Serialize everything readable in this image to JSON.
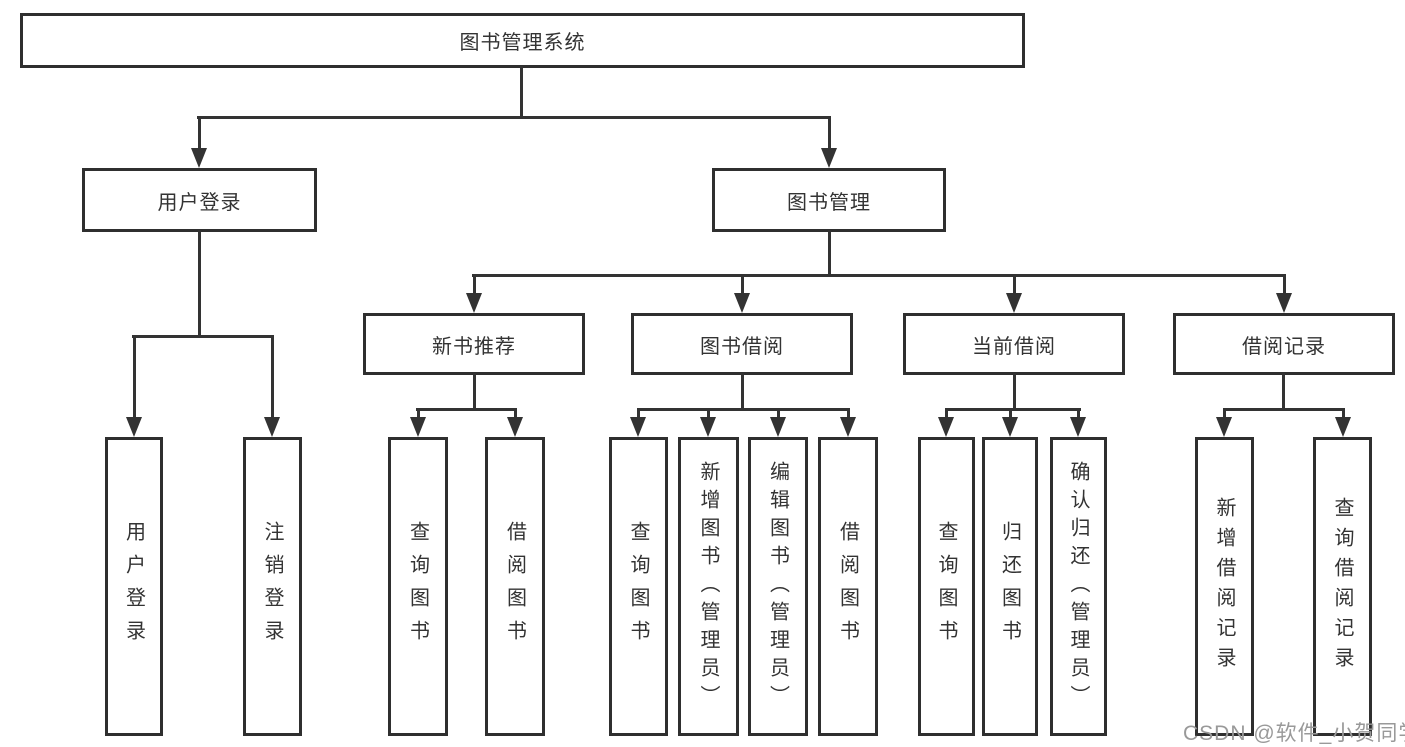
{
  "diagram": {
    "root": {
      "label": "图书管理系统"
    },
    "branches": [
      {
        "label": "用户登录",
        "children": [
          {
            "label": "用户登录"
          },
          {
            "label": "注销登录"
          }
        ]
      },
      {
        "label": "图书管理",
        "children": [
          {
            "label": "新书推荐",
            "children": [
              {
                "label": "查询图书"
              },
              {
                "label": "借阅图书"
              }
            ]
          },
          {
            "label": "图书借阅",
            "children": [
              {
                "label": "查询图书"
              },
              {
                "label": "新增图书（管理员）"
              },
              {
                "label": "编辑图书（管理员）"
              },
              {
                "label": "借阅图书"
              }
            ]
          },
          {
            "label": "当前借阅",
            "children": [
              {
                "label": "查询图书"
              },
              {
                "label": "归还图书"
              },
              {
                "label": "确认归还（管理员）"
              }
            ]
          },
          {
            "label": "借阅记录",
            "children": [
              {
                "label": "新增借阅记录"
              },
              {
                "label": "查询借阅记录"
              }
            ]
          }
        ]
      }
    ]
  },
  "watermark": {
    "text": "CSDN @软件_小贺同学"
  },
  "colors": {
    "line": "#333333",
    "box_border": "#2f2f2f",
    "background": "#ffffff",
    "text": "#333333",
    "watermark": "#999999"
  }
}
